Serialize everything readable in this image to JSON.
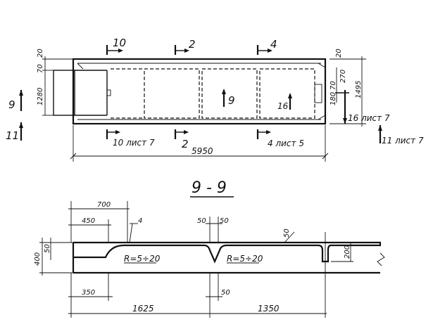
{
  "labels": {
    "cut_10": "10",
    "cut_2": "2",
    "cut_4": "4",
    "cut_9": "9",
    "cut_16": "16",
    "left_9": "9",
    "left_11": "11",
    "ref_10": "10 лист 7",
    "ref_2": "2",
    "ref_4": "4 лист 5",
    "ref_16": "16 лист 7",
    "ref_11": "11 лист 7",
    "dim_total_plan": "5950",
    "dim_20_tl": "20",
    "dim_70": "70",
    "dim_1280": "1280",
    "dim_20_tr": "20",
    "dim_270": "270",
    "dim_1495": "1495",
    "dim_70_r": "70",
    "dim_180": "180",
    "section_title": "9 - 9",
    "dim_700": "700",
    "dim_450": "450",
    "dim_4": "4",
    "dim_50_a": "50",
    "dim_50_b": "50",
    "dim_50_c": "50",
    "dim_50_left": "50",
    "dim_400": "400",
    "radius_1": "R=5÷20",
    "radius_2": "R=5÷20",
    "dim_200": "200",
    "dim_350": "350",
    "dim_50_bottom": "50",
    "dim_1625": "1625",
    "dim_1350": "1350"
  }
}
